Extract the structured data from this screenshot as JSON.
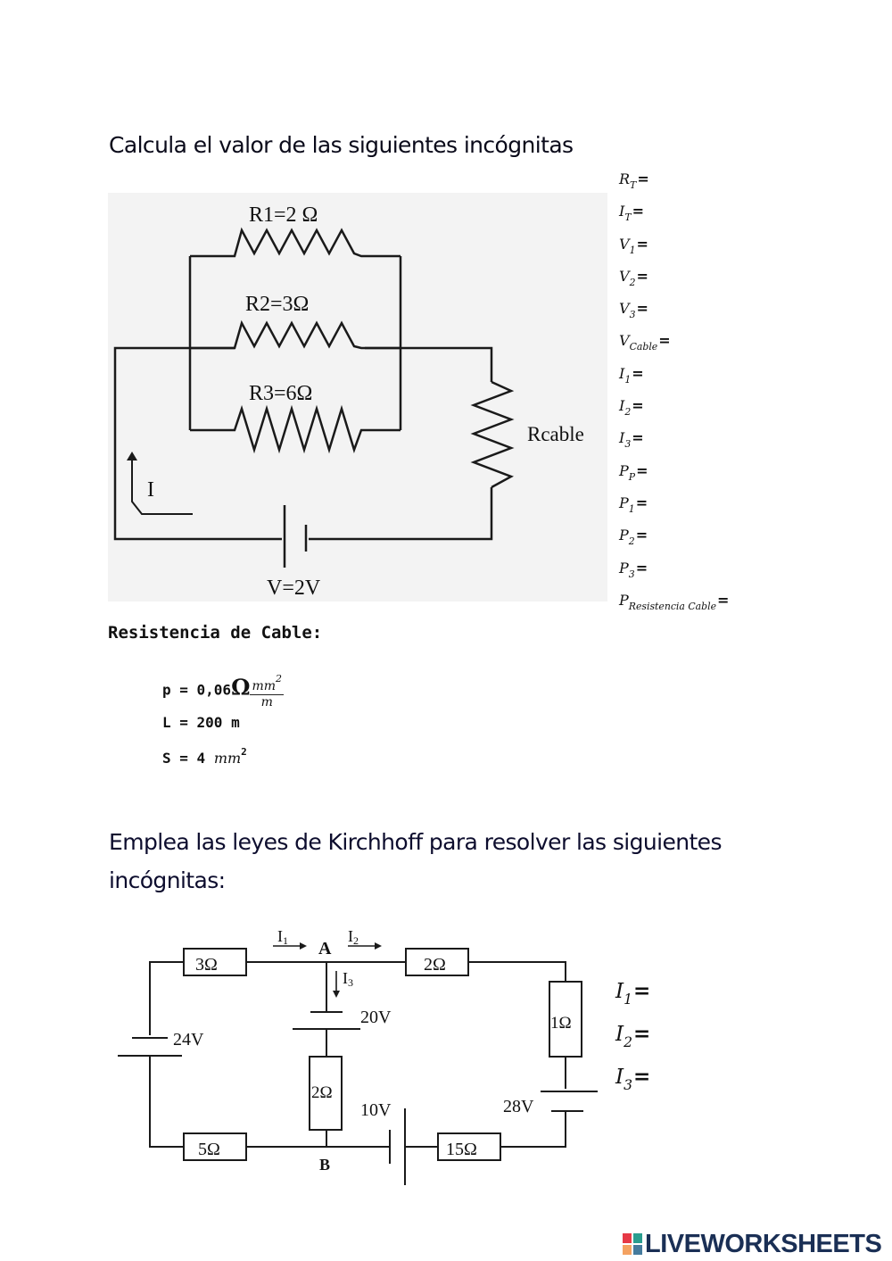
{
  "section1": {
    "heading": "Calcula el valor de las siguientes incógnitas",
    "circuit": {
      "r1_label": "R1=2 Ω",
      "r2_label": "R2=3Ω",
      "r3_label": "R3=6Ω",
      "rcable_label": "Rcable",
      "current_label": "I",
      "voltage_label": "V=2V"
    },
    "unknowns": [
      {
        "symbol": "R",
        "sub": "T"
      },
      {
        "symbol": "I",
        "sub": "T"
      },
      {
        "symbol": "V",
        "sub": "1"
      },
      {
        "symbol": "V",
        "sub": "2"
      },
      {
        "symbol": "V",
        "sub": "3"
      },
      {
        "symbol": "V",
        "sub": "Cable"
      },
      {
        "symbol": "I",
        "sub": "1"
      },
      {
        "symbol": "I",
        "sub": "2"
      },
      {
        "symbol": "I",
        "sub": "3"
      },
      {
        "symbol": "P",
        "sub": "P"
      },
      {
        "symbol": "P",
        "sub": "1"
      },
      {
        "symbol": "P",
        "sub": "2"
      },
      {
        "symbol": "P",
        "sub": "3"
      },
      {
        "symbol": "P",
        "sub": "Resistencia Cable"
      }
    ],
    "equals": "=",
    "cable": {
      "title": "Resistencia de Cable:",
      "rho_prefix": "p = 0,06",
      "rho_omega": "Ω",
      "rho_num": "mm",
      "rho_num_exp": "2",
      "rho_den": "m",
      "length": "L = 200 m",
      "section_prefix": "S = 4",
      "section_unit": "mm",
      "section_exp": "2"
    }
  },
  "section2": {
    "heading": "Emplea las leyes de Kirchhoff para resolver las siguientes incógnitas:",
    "circuit": {
      "r_top_left": "3Ω",
      "r_top_right": "2Ω",
      "r_right": "1Ω",
      "r_middle": "2Ω",
      "r_bottom_left": "5Ω",
      "r_bottom_right": "15Ω",
      "v_left": "24V",
      "v_middle": "20V",
      "v_bottom": "10V",
      "v_right": "28V",
      "node_a": "A",
      "node_b": "B",
      "i1": "I1",
      "i2": "I2",
      "i3": "I3"
    },
    "unknowns": [
      {
        "symbol": "I",
        "sub": "1"
      },
      {
        "symbol": "I",
        "sub": "2"
      },
      {
        "symbol": "I",
        "sub": "3"
      }
    ]
  },
  "branding": {
    "logo_text": "LIVEWORKSHEETS",
    "logo_icon": "lw-logo-icon",
    "colors": {
      "brand": "#1a2f55",
      "icon_l": "#e63946",
      "icon_i": "#2a9d8f",
      "icon_v": "#f4a261",
      "icon_e": "#457b9d"
    }
  }
}
